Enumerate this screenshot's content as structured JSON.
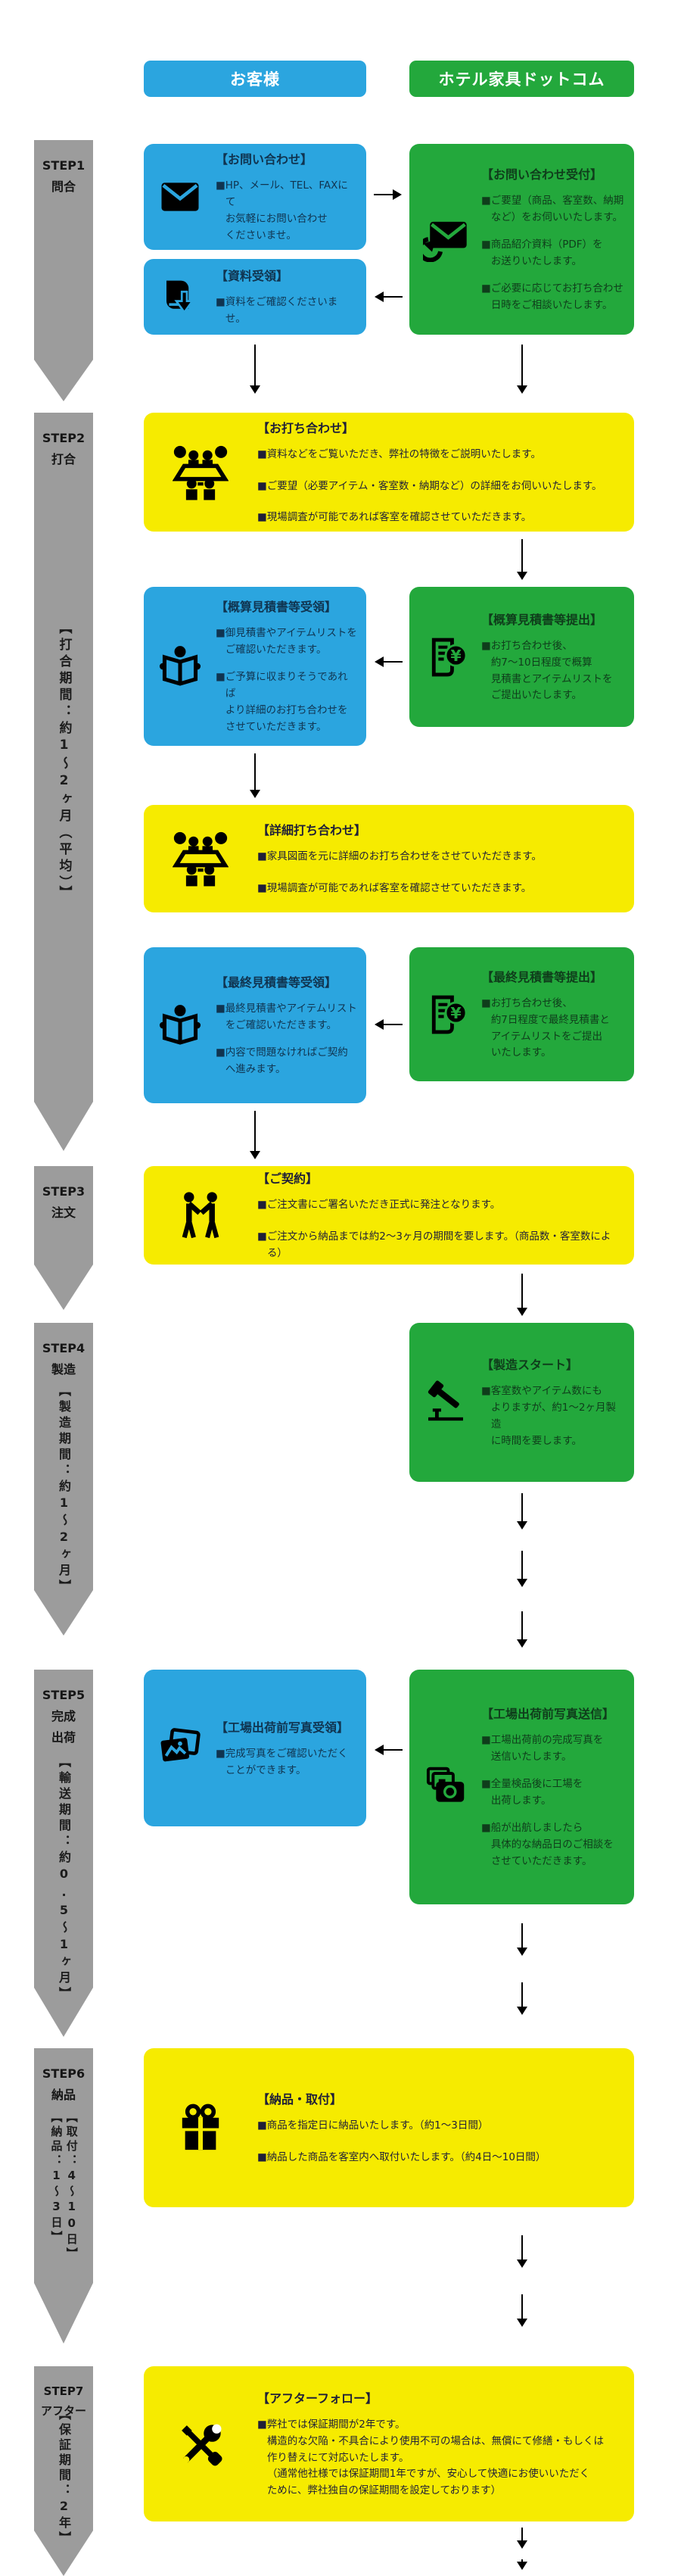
{
  "header": {
    "customer": "お客様",
    "company": "ホテル家具ドットコム"
  },
  "colors": {
    "customer_blue": "#2BA5DF",
    "company_green": "#23A83C",
    "joint_yellow": "#F6EB00",
    "rail_gray": "#9C9C9C",
    "arrow_black": "#000000"
  },
  "rail": {
    "s1": {
      "label": "STEP1\n問合"
    },
    "s2": {
      "label": "STEP2\n打合",
      "period": "【打合期間：約1～2ヶ月（平均）】"
    },
    "s3": {
      "label": "STEP3\n注文"
    },
    "s4": {
      "label": "STEP4\n製造",
      "period": "【製造期間：約1～2ヶ月】"
    },
    "s5": {
      "label": "STEP5\n完成\n出荷",
      "period": "【輸送期間：約0.5～1ヶ月】"
    },
    "s6": {
      "label": "STEP6\n納品",
      "period_left": "【納品：1～3日】",
      "period_right": "【取付：4～10日】"
    },
    "s7": {
      "label": "STEP7\nアフター",
      "period": "【保証期間：2年】"
    }
  },
  "boxes": {
    "inquiry": {
      "title": "【お問い合わせ】",
      "icon": "mail-icon",
      "bullets": [
        "■HP、メール、TEL、FAXにて\nお気軽にお問い合わせ\nくださいませ。"
      ]
    },
    "reception": {
      "title": "【お問い合わせ受付】",
      "icon": "mail-reply-icon",
      "bullets": [
        "■ご要望（商品、客室数、納期\nなど）をお伺いいたします。",
        "■商品紹介資料（PDF）を\nお送りいたします。",
        "■ご必要に応じてお打ち合わせ\n日時をご相談いたします。"
      ]
    },
    "materials": {
      "title": "【資料受領】",
      "icon": "document-download-icon",
      "bullets": [
        "■資料をご確認くださいませ。"
      ]
    },
    "meeting": {
      "title": "【お打ち合わせ】",
      "icon": "meeting-icon",
      "bullets": [
        "■資料などをご覧いただき、弊社の特徴をご説明いたします。",
        "■ご要望（必要アイテム・客室数・納期など）の詳細をお伺いいたします。",
        "■現場調査が可能であれば客室を確認させていただきます。"
      ]
    },
    "rough_recv": {
      "title": "【概算見積書等受領】",
      "icon": "open-book-icon",
      "bullets": [
        "■御見積書やアイテムリストを\nご確認いただきます。",
        "■ご予算に収まりそうであれば\nより詳細のお打ち合わせを\nさせていただきます。"
      ]
    },
    "rough_submit": {
      "title": "【概算見積書等提出】",
      "icon": "invoice-yen-icon",
      "bullets": [
        "■お打ち合わせ後、\n約7～10日程度で概算\n見積書とアイテムリストを\nご提出いたします。"
      ]
    },
    "detail_meeting": {
      "title": "【詳細打ち合わせ】",
      "icon": "meeting-icon",
      "bullets": [
        "■家具図面を元に詳細のお打ち合わせをさせていただきます。",
        "■現場調査が可能であれば客室を確認させていただきます。"
      ]
    },
    "final_recv": {
      "title": "【最終見積書等受領】",
      "icon": "open-book-icon",
      "bullets": [
        "■最終見積書やアイテムリスト\nをご確認いただきます。",
        "■内容で問題なければご契約\nへ進みます。"
      ]
    },
    "final_submit": {
      "title": "【最終見積書等提出】",
      "icon": "invoice-yen-icon",
      "bullets": [
        "■お打ち合わせ後、\n約7日程度で最終見積書と\nアイテムリストをご提出\nいたします。"
      ]
    },
    "contract": {
      "title": "【ご契約】",
      "icon": "handshake-icon",
      "bullets": [
        "■ご注文書にご署名いただき正式に発注となります。",
        "■ご注文から納品までは約2～3ヶ月の期間を要します。（商品数・客室数による）"
      ]
    },
    "production": {
      "title": "【製造スタート】",
      "icon": "hammer-icon",
      "bullets": [
        "■客室数やアイテム数にも\nよりますが、約1～2ヶ月製造\nに時間を要します。"
      ]
    },
    "photo_recv": {
      "title": "【工場出荷前写真受領】",
      "icon": "photos-icon",
      "bullets": [
        "■完成写真をご確認いただく\nことができます。"
      ]
    },
    "photo_send": {
      "title": "【工場出荷前写真送信】",
      "icon": "camera-icon",
      "bullets": [
        "■工場出荷前の完成写真を\n送信いたします。",
        "■全量検品後に工場を\n出荷します。",
        "■船が出航しましたら\n具体的な納品日のご相談を\nさせていただきます。"
      ]
    },
    "delivery": {
      "title": "【納品・取付】",
      "icon": "gift-icon",
      "bullets": [
        "■商品を指定日に納品いたします。（約1～3日間）",
        "■納品した商品を客室内へ取付いたします。（約4日～10日間）"
      ]
    },
    "after_follow": {
      "title": "【アフターフォロー】",
      "icon": "tools-icon",
      "bullets": [
        "■弊社では保証期間が2年です。\n構造的な欠陥・不具合により使用不可の場合は、無償にて修繕・もしくは\n作り替えにて対応いたします。\n（通常他社様では保証期間1年ですが、安心して快適にお使いいただく\nために、弊社独自の保証期間を設定しております）"
      ]
    }
  }
}
